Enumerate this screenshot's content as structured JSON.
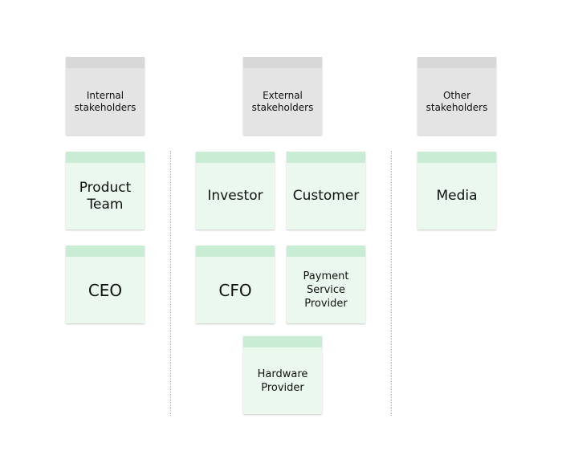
{
  "headers": {
    "internal": "Internal\nstakeholders",
    "external": "External\nstakeholders",
    "other": "Other\nstakeholders"
  },
  "stakeholders": {
    "product_team": "Product\nTeam",
    "ceo": "CEO",
    "investor": "Investor",
    "customer": "Customer",
    "cfo": "CFO",
    "payment_service_provider": "Payment\nService\nProvider",
    "hardware_provider": "Hardware\nProvider",
    "media": "Media"
  },
  "colors": {
    "header_fill": "#e4e4e4",
    "sticky_fill": "#eaf8ee",
    "sticky_strip": "#c8ecd4"
  }
}
